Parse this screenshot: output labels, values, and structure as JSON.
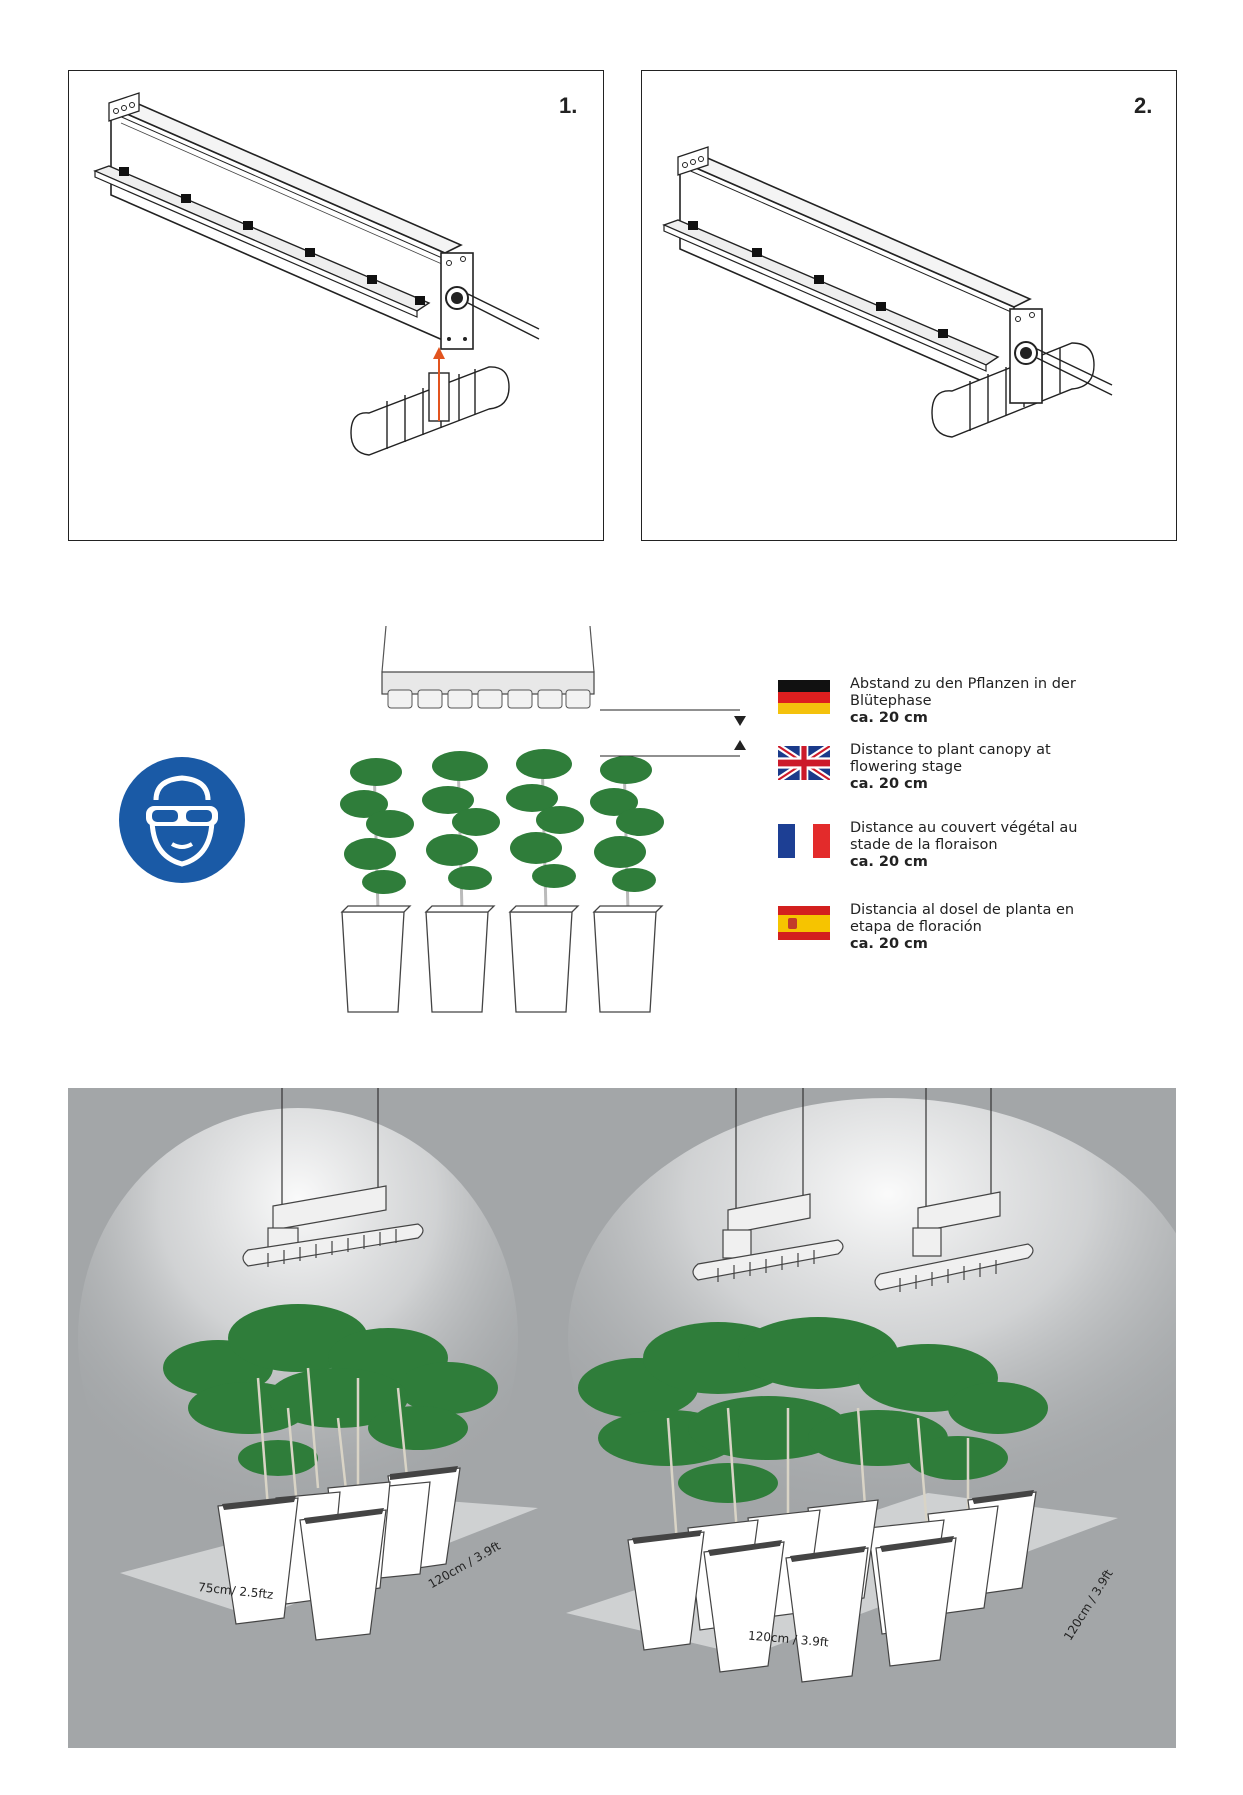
{
  "steps": [
    {
      "label": "1."
    },
    {
      "label": "2."
    }
  ],
  "safety_icon": "safety-goggles-icon",
  "distance_info": [
    {
      "flag": "germany-flag-icon",
      "description": "Abstand zu den Pflanzen in der Blütephase",
      "distance": "ca. 20 cm"
    },
    {
      "flag": "uk-flag-icon",
      "description": "Distance to plant canopy at flowering stage",
      "distance": "ca. 20 cm"
    },
    {
      "flag": "france-flag-icon",
      "description": "Distance au couvert végétal au stade de la floraison",
      "distance": "ca. 20 cm"
    },
    {
      "flag": "spain-flag-icon",
      "description": "Distancia al dosel de planta en etapa de floración",
      "distance": "ca. 20 cm"
    }
  ],
  "setups": [
    {
      "width_label": "75cm/ 2.5ftz",
      "depth_label": "120cm / 3.9ft"
    },
    {
      "width_label": "120cm / 3.9ft",
      "depth_label": "120cm / 3.9ft"
    }
  ],
  "colors": {
    "arrow": "#e2541f",
    "safety_blue": "#1a5aa6",
    "room_bg": "#a3a6a8",
    "leaf": "#2f7d3a",
    "floor": "#cfd1d2"
  }
}
